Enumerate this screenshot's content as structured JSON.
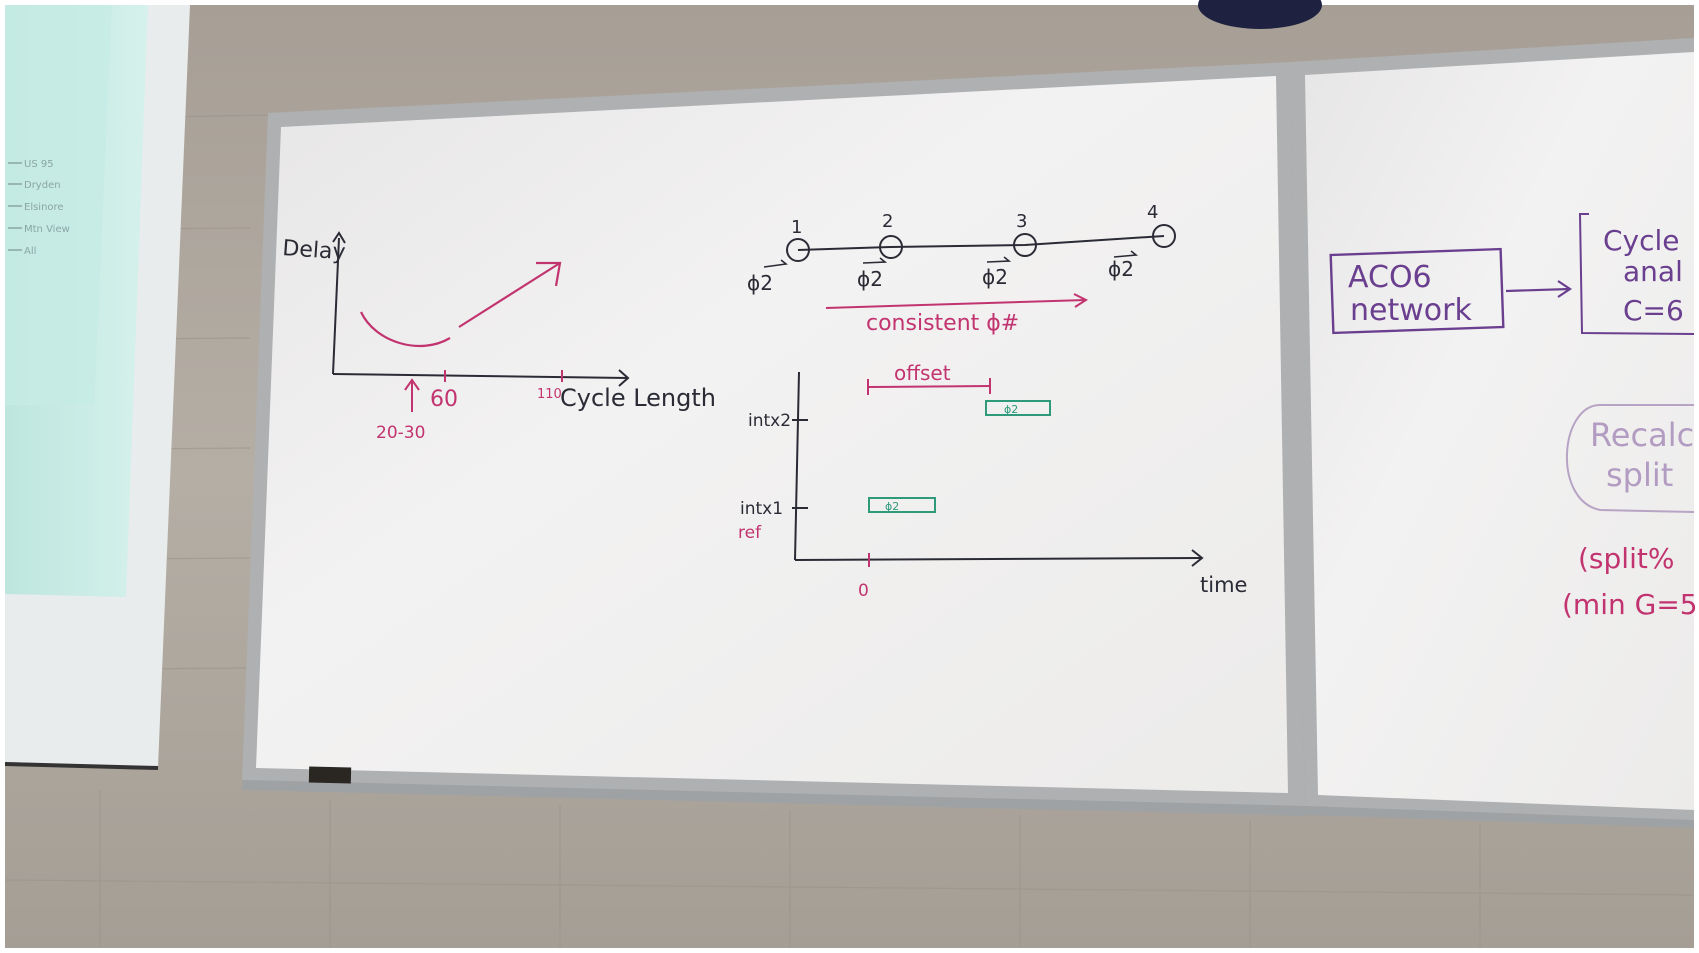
{
  "photo": {
    "subject": "Whiteboard photograph",
    "projector_legend": [
      "US 95",
      "Dryden",
      "Elsinore",
      "Mtn View",
      "All"
    ]
  },
  "left_board": {
    "delay_chart": {
      "y_label": "Delay",
      "x_label": "Cycle Length",
      "tick_60": "60",
      "tick_110": "110",
      "range_note": "20-30"
    },
    "corridor": {
      "node_numbers": [
        "1",
        "2",
        "3",
        "4"
      ],
      "phase_labels": [
        "ϕ2",
        "ϕ2",
        "ϕ2",
        "ϕ2"
      ],
      "consistent_label": "consistent ϕ#"
    },
    "time_space": {
      "offset_label": "offset",
      "phase_box_top": "ϕ2",
      "phase_box_bottom": "ϕ2",
      "int2_label": "intx2",
      "int1_label": "intx1",
      "ref_label": "ref",
      "zero_label": "0",
      "time_label": "time"
    }
  },
  "right_board": {
    "network_line1": "ACO6",
    "network_line2": "network",
    "cycle_lines": [
      "Cycle",
      "anal",
      "C=6"
    ],
    "recalc_lines": [
      "Recalc",
      "split"
    ],
    "split_formula": "(split%",
    "min_formula": "(min G=5"
  },
  "colors": {
    "wall": "#b1a99f",
    "board": "#eeeceb",
    "frame": "#b7b9bb",
    "marker_black": "#2b2b36",
    "marker_magenta": "#c2346f",
    "marker_purple": "#6b3f8f",
    "marker_green": "#2f9a7a",
    "screen": "#bfe8e2"
  }
}
